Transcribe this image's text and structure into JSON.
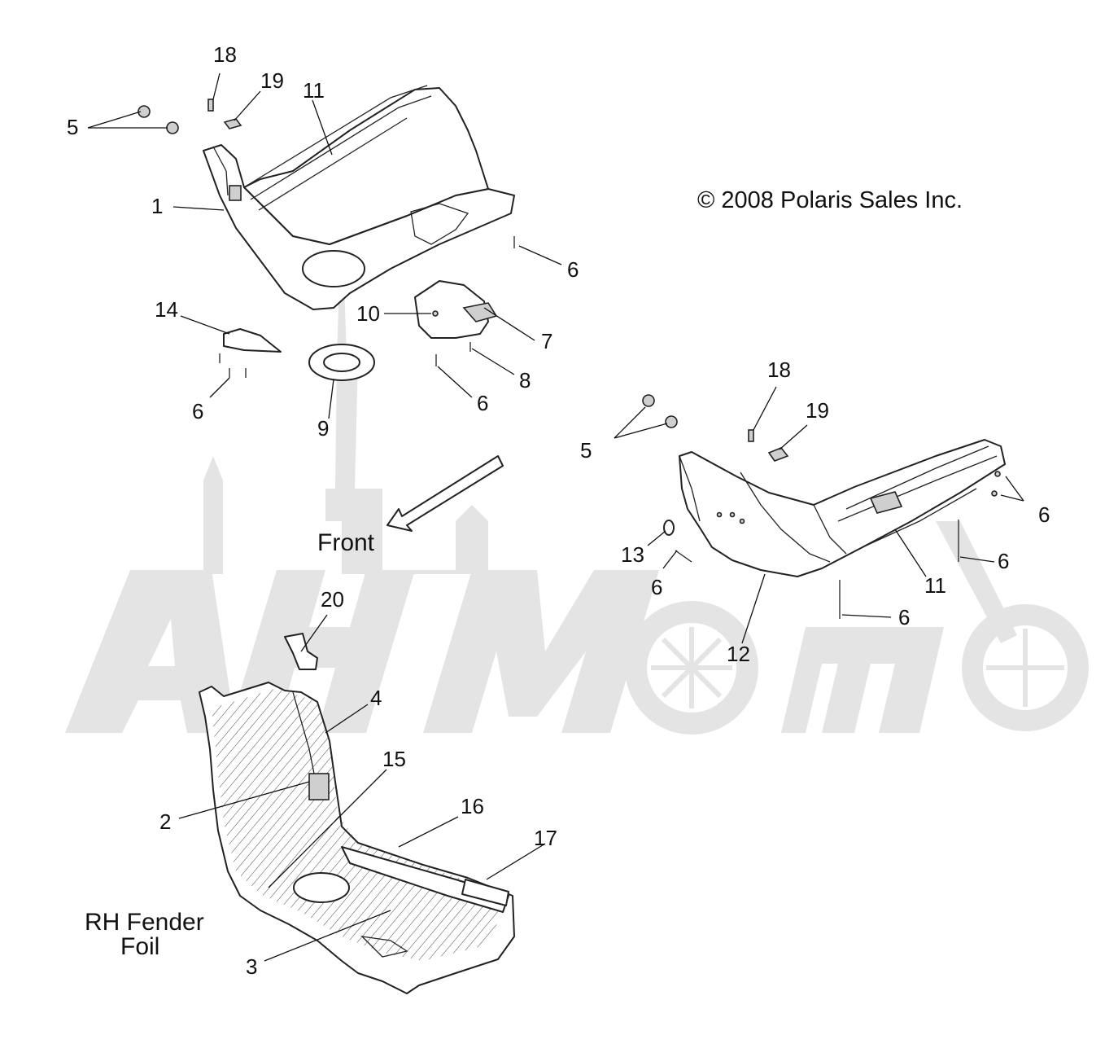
{
  "copyright": "© 2008 Polaris Sales Inc.",
  "front_label": "Front",
  "assembly_label_line1": "RH Fender",
  "assembly_label_line2": "Foil",
  "watermark_text": "AchMoto",
  "callouts": [
    {
      "id": "c18a",
      "label": "18"
    },
    {
      "id": "c19a",
      "label": "19"
    },
    {
      "id": "c11a",
      "label": "11"
    },
    {
      "id": "c5a",
      "label": "5"
    },
    {
      "id": "c1",
      "label": "1"
    },
    {
      "id": "c6a",
      "label": "6"
    },
    {
      "id": "c10",
      "label": "10"
    },
    {
      "id": "c14",
      "label": "14"
    },
    {
      "id": "c7",
      "label": "7"
    },
    {
      "id": "c8",
      "label": "8"
    },
    {
      "id": "c6b",
      "label": "6"
    },
    {
      "id": "c6c",
      "label": "6"
    },
    {
      "id": "c9",
      "label": "9"
    },
    {
      "id": "c18b",
      "label": "18"
    },
    {
      "id": "c19b",
      "label": "19"
    },
    {
      "id": "c5b",
      "label": "5"
    },
    {
      "id": "c6d",
      "label": "6"
    },
    {
      "id": "c13",
      "label": "13"
    },
    {
      "id": "c6e",
      "label": "6"
    },
    {
      "id": "c6f",
      "label": "6"
    },
    {
      "id": "c11b",
      "label": "11"
    },
    {
      "id": "c6g",
      "label": "6"
    },
    {
      "id": "c12",
      "label": "12"
    },
    {
      "id": "c20",
      "label": "20"
    },
    {
      "id": "c4",
      "label": "4"
    },
    {
      "id": "c15",
      "label": "15"
    },
    {
      "id": "c16",
      "label": "16"
    },
    {
      "id": "c2",
      "label": "2"
    },
    {
      "id": "c17",
      "label": "17"
    },
    {
      "id": "c3",
      "label": "3"
    }
  ]
}
